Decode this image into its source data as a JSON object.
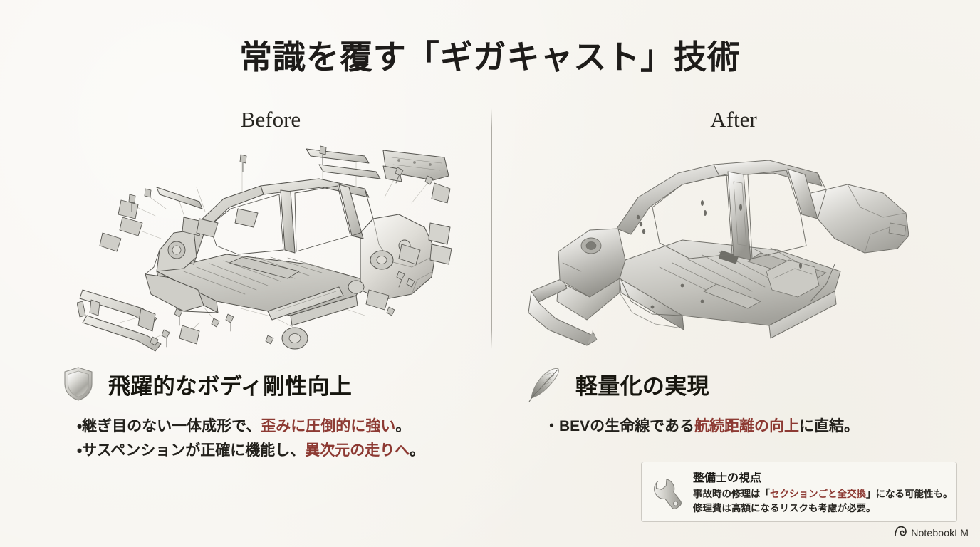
{
  "slide": {
    "title": "常識を覆す「ギガキャスト」技術",
    "background_color": "#f7f5f0",
    "accent_color": "#8d3a33",
    "text_color": "#1e1c1a"
  },
  "columns": {
    "before": {
      "label": "Before",
      "illustration": "exploded-car-body-frame-diagram"
    },
    "after": {
      "label": "After",
      "illustration": "unified-gigacast-car-body-shell"
    }
  },
  "features": [
    {
      "icon": "shield-icon",
      "title": "飛躍的なボディ剛性向上",
      "bullets": [
        {
          "prefix": "・継ぎ目のない一体成形で、",
          "highlight": "歪みに圧倒的に強い",
          "suffix": "。"
        },
        {
          "prefix": "・サスペンションが正確に機能し、",
          "highlight": "異次元の走りへ",
          "suffix": "。"
        }
      ]
    },
    {
      "icon": "feather-icon",
      "title": "軽量化の実現",
      "bullets": [
        {
          "prefix": "・BEVの生命線である",
          "highlight": "航続距離の向上",
          "suffix": "に直結。"
        }
      ]
    }
  ],
  "callout": {
    "icon": "wrench-icon",
    "title": "整備士の視点",
    "line1_prefix": "事故時の修理は「",
    "line1_highlight": "セクションごと全交換",
    "line1_suffix": "」になる可能性も。",
    "line2": "修理費は高額になるリスクも考慮が必要。"
  },
  "brand": {
    "icon": "notebooklm-spiral-icon",
    "label": "NotebookLM"
  }
}
